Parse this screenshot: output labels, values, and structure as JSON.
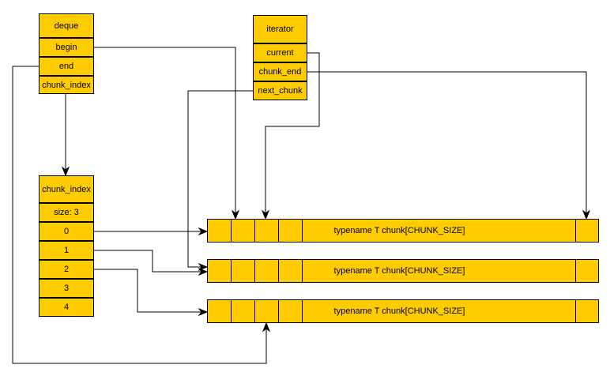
{
  "deque": {
    "title": "deque",
    "fields": [
      "begin",
      "end",
      "chunk_index"
    ]
  },
  "iterator": {
    "title": "iterator",
    "fields": [
      "current",
      "chunk_end",
      "next_chunk"
    ]
  },
  "chunk_index_array": {
    "title": "chunk_index",
    "size_label": "size: 3",
    "slots": [
      "0",
      "1",
      "2",
      "3",
      "4"
    ]
  },
  "chunks": [
    {
      "label": "typename T chunk[CHUNK_SIZE]"
    },
    {
      "label": "typename T chunk[CHUNK_SIZE]"
    },
    {
      "label": "typename T chunk[CHUNK_SIZE]"
    }
  ],
  "colors": {
    "fill": "#ffcc00",
    "stroke": "#000000",
    "background": "#ffffff"
  }
}
